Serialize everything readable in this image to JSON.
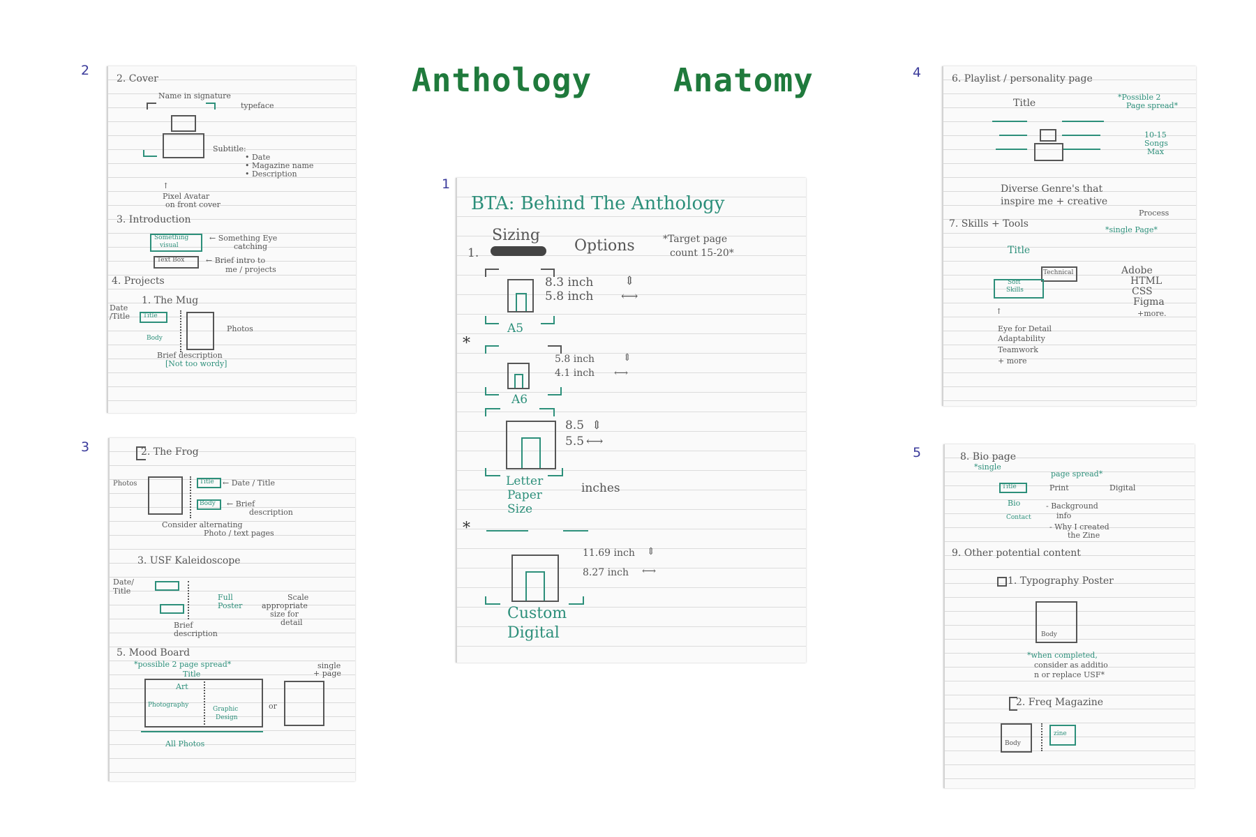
{
  "header": {
    "title_left": "Anthology",
    "title_right": "Anatomy"
  },
  "page_numbers": {
    "p1": "1",
    "p2": "2",
    "p3": "3",
    "p4": "4",
    "p5": "5"
  },
  "page1": {
    "heading": "BTA: Behind The Anthology",
    "section_num": "1.",
    "sizing": "Sizing",
    "options": "Options",
    "target": "*Target page",
    "count": "count 15-20*",
    "a5_h": "8.3 inch",
    "a5_w": "5.8 inch",
    "a5_label": "A5",
    "a6_h": "5.8 inch",
    "a6_w": "4.1 inch",
    "a6_label": "A6",
    "letter_h": "8.5",
    "letter_w": "5.5",
    "letter_unit": "inches",
    "letter_label_1": "Letter",
    "letter_label_2": "Paper",
    "letter_label_3": "Size",
    "custom_h": "11.69 inch",
    "custom_w": "8.27 inch",
    "custom_label_1": "Custom",
    "custom_label_2": "Digital",
    "star": "*"
  },
  "page2": {
    "cover": "2. Cover",
    "name_sig": "Name in signature",
    "typeface": "typeface",
    "subtitle": "Subtitle:",
    "sub_date": "• Date",
    "sub_mag": "• Magazine name",
    "sub_desc": "• Description",
    "pixel1": "Pixel Avatar",
    "pixel2": "on front cover",
    "intro": "3. Introduction",
    "something_visual_1": "Something",
    "something_visual_2": "visual",
    "eye1": "← Something Eye",
    "eye2": "catching",
    "textbox": "Text Box",
    "brief1": "← Brief intro to",
    "brief2": "me / projects",
    "projects": "4. Projects",
    "mug": "1. The Mug",
    "date_title_1": "Date",
    "date_title_2": "/Title",
    "title_tag": "Title",
    "photos": "Photos",
    "body_tag": "Body",
    "brief_desc": "Brief description",
    "not_wordy": "[Not too wordy]"
  },
  "page3": {
    "frog": "2. The Frog",
    "photos": "Photos",
    "title_tag": "Title",
    "date_title": "← Date / Title",
    "body_tag": "Body",
    "brief1": "← Brief",
    "brief2": "description",
    "consider1": "Consider alternating",
    "consider2": "Photo / text pages",
    "usf": "3. USF Kaleidoscope",
    "date1": "Date/",
    "date2": "Title",
    "full1": "Full",
    "full2": "Poster",
    "scale1": "Scale",
    "scale2": "appropriate",
    "scale3": "size for",
    "scale4": "detail",
    "brief3": "Brief",
    "brief4": "description",
    "mood": "5. Mood Board",
    "possible": "*possible 2 page spread*",
    "single1": "single",
    "single2": "+ page",
    "title_mood": "Title",
    "art": "Art",
    "or": "or",
    "photography": "Photography",
    "graphic1": "Graphic",
    "graphic2": "Design",
    "all_photos": "All Photos"
  },
  "page4": {
    "playlist": "6. Playlist / personality page",
    "possible1": "*Possible 2",
    "possible2": "Page spread*",
    "title_tag": "Title",
    "songs1": "10-15",
    "songs2": "Songs",
    "songs3": "Max",
    "diverse1": "Diverse Genre's that",
    "diverse2": "inspire me + creative",
    "diverse3": "Process",
    "skills": "7. Skills + Tools",
    "single_page": "*single Page*",
    "technical": "Technical",
    "soft1": "Soft",
    "soft2": "Skills",
    "adobe": "Adobe",
    "html": "HTML",
    "css": "CSS",
    "figma": "Figma",
    "more1": "+more.",
    "eye": "Eye for Detail",
    "adapt": "Adaptability",
    "team": "Teamwork",
    "more2": "+ more"
  },
  "page5": {
    "bio": "8. Bio page",
    "single": "*single",
    "spread": "page spread*",
    "title_tag": "Title",
    "print": "Print",
    "digital": "Digital",
    "bio_tag": "Bio",
    "contact": "Contact",
    "background1": "- Background",
    "background2": "info",
    "why1": "- Why I created",
    "why2": "the Zine",
    "other": "9. Other potential content",
    "typo": "1. Typography Poster",
    "when1": "*when completed,",
    "when2": "consider as additio",
    "when3": "n  or replace USF*",
    "freq": "2. Freq Magazine",
    "body_tag": "Body",
    "zine": "zine"
  },
  "colors": {
    "accent_green": "#1f7a3c",
    "ink_teal": "#2c8f7a",
    "pencil": "#555555",
    "page_num_blue": "#3b3b9b"
  }
}
